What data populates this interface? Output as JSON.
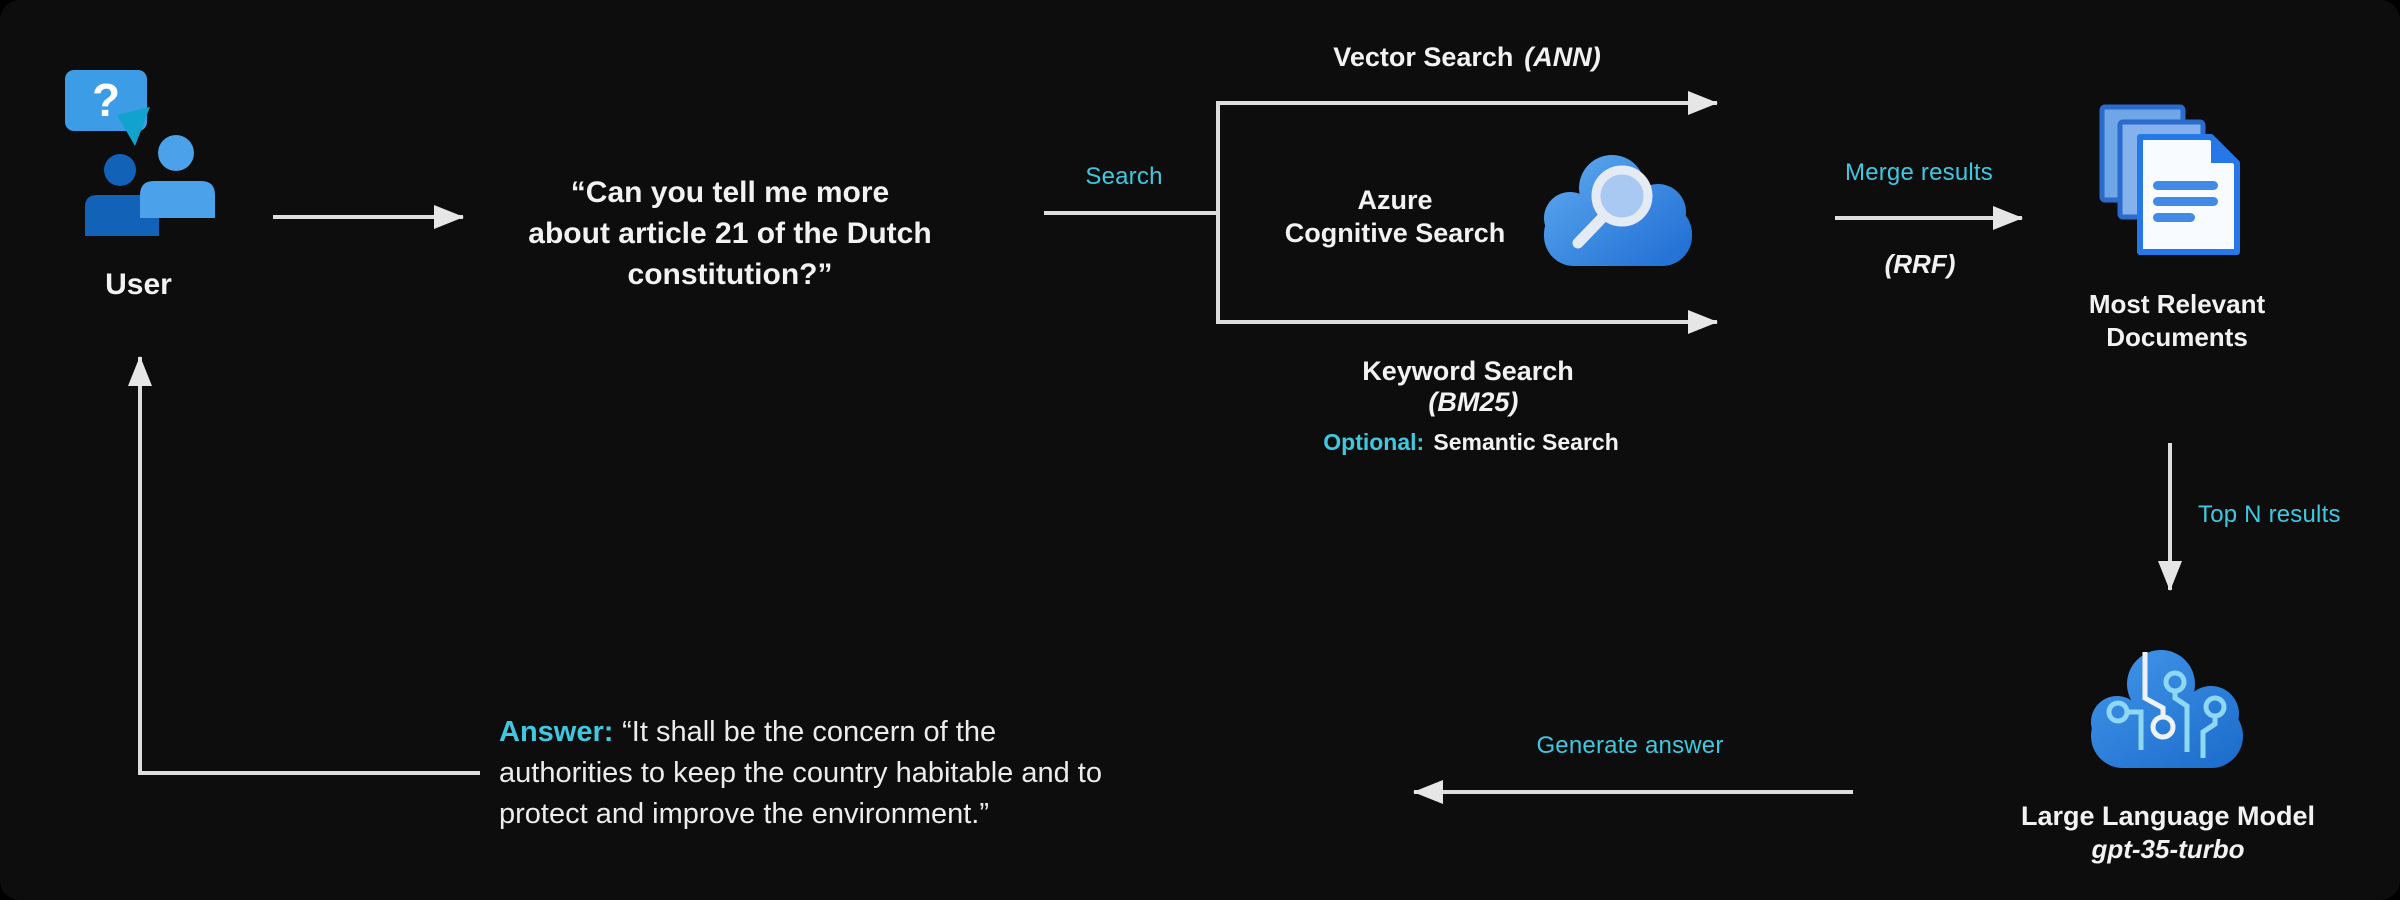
{
  "palette": {
    "background": "#0d0d0d",
    "accent_cyan": "#3fc8e0",
    "text_white": "#f2f2f2",
    "arrow_gray": "#e2e2e2",
    "azure_blue": "#2f7fd9",
    "light_blue": "#4ca2ea",
    "dark_blue": "#1263b8",
    "teal_fold": "#12a2ce"
  },
  "user": {
    "icon_glyph": "?",
    "label": "User"
  },
  "question": {
    "lines": [
      "“Can you tell me more",
      "about article 21 of the Dutch",
      "constitution?”"
    ]
  },
  "flow": {
    "search_label": "Search",
    "vector_label": "Vector Search",
    "vector_method": "(ANN)",
    "keyword_label": "Keyword Search",
    "keyword_method": "(BM25)",
    "optional_label": "Optional:",
    "optional_value": "Semantic Search"
  },
  "engine": {
    "name_line1": "Azure",
    "name_line2": "Cognitive Search"
  },
  "merge": {
    "label": "Merge results",
    "method": "(RRF)"
  },
  "documents": {
    "label_line1": "Most Relevant",
    "label_line2": "Documents"
  },
  "top_n_label": "Top N results",
  "llm": {
    "label": "Large Language Model",
    "model": "gpt-35-turbo"
  },
  "generate_label": "Generate answer",
  "answer": {
    "label": "Answer:",
    "lines": [
      "“It shall be the concern of the",
      "authorities to keep the country habitable and to",
      "protect and improve the environment.”"
    ]
  }
}
